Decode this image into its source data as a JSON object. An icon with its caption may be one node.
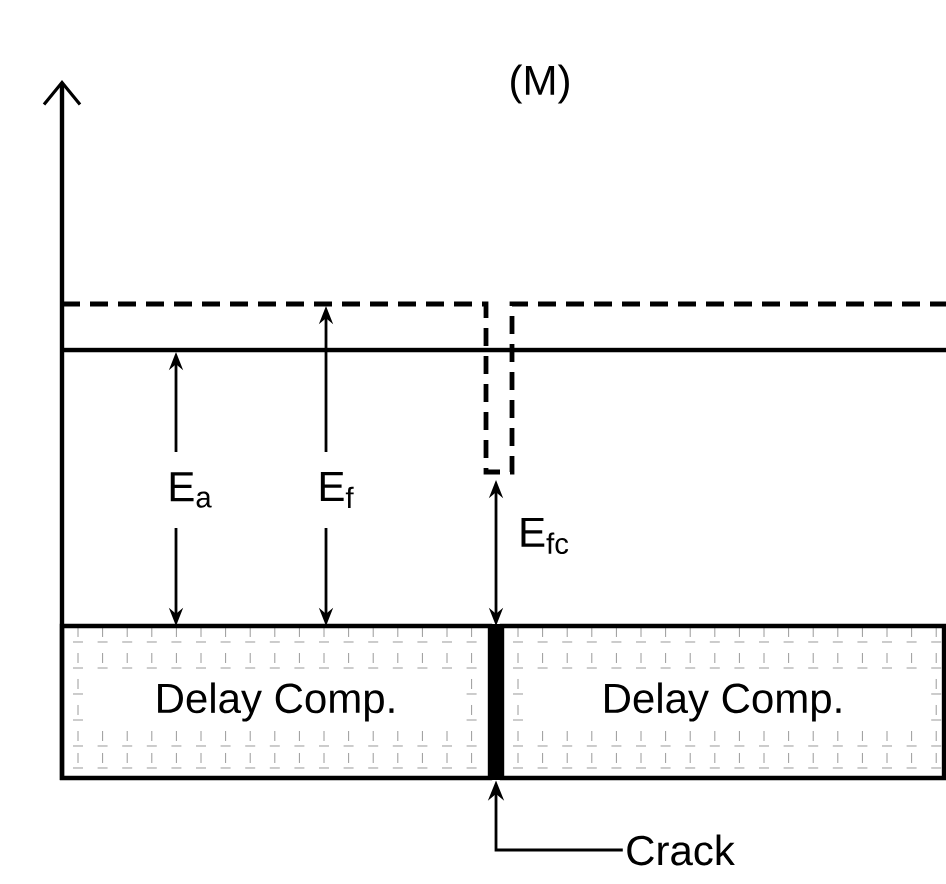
{
  "diagram": {
    "title": "(M)",
    "nodes": [
      {
        "text": [
          "Delay Comp."
        ]
      },
      {
        "text": [
          "Delay Comp."
        ]
      },
      {
        "text": [],
        "shape": "bar"
      },
      {
        "text": [
          "Crack"
        ]
      }
    ],
    "edges": [
      {
        "from": 3,
        "to": 2,
        "arrow": "to"
      }
    ],
    "labels": [
      "E$_{a}$",
      "E$_{f}$",
      "E$_{fc}$"
    ]
  }
}
